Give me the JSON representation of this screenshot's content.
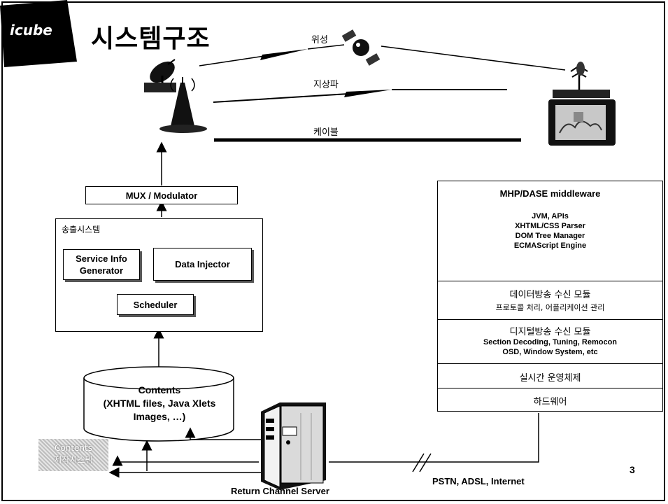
{
  "header": {
    "logo_text": "icube",
    "title": "시스템구조"
  },
  "links": {
    "satellite": "위성",
    "terrestrial": "지상파",
    "cable": "케이블"
  },
  "mux": {
    "label": "MUX / Modulator"
  },
  "broadcast_system": {
    "title": "송출시스템",
    "service_info": [
      "Service Info",
      "Generator"
    ],
    "data_injector": "Data Injector",
    "scheduler": "Scheduler"
  },
  "contents": {
    "lines": [
      "Contents",
      "(XHTML files, Java Xlets",
      "Images, …)"
    ]
  },
  "contents_authoring": {
    "lines": [
      "Contents",
      "제작시스템"
    ]
  },
  "return_server": {
    "label": "Return Channel Server"
  },
  "network": {
    "label": "PSTN, ADSL, Internet"
  },
  "page_number": "3",
  "middleware": {
    "title": "MHP/DASE middleware",
    "items": [
      "JVM, APIs",
      "XHTML/CSS Parser",
      "DOM Tree Manager",
      "ECMAScript Engine"
    ],
    "data_module": {
      "title": "데이터방송 수신 모듈",
      "subtitle": "프로토콜 처리, 어플리케이션 관리"
    },
    "digital_module": {
      "title": "디지털방송 수신 모듈",
      "lines": [
        "Section Decoding, Tuning, Remocon",
        "OSD, Window System, etc"
      ]
    },
    "rtos": "실시간 운영체제",
    "hardware": "하드웨어"
  }
}
